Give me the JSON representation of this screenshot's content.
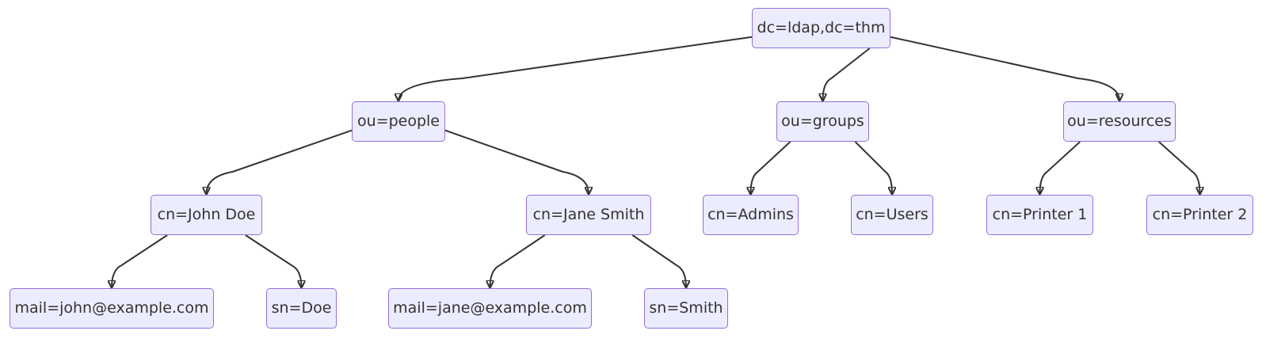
{
  "colors": {
    "node_fill": "#ececff",
    "node_border": "#9370db",
    "edge": "#333333",
    "text": "#333333",
    "background": "#ffffff"
  },
  "tree": {
    "root": "dc=ldap,dc=thm",
    "ou_people": "ou=people",
    "ou_groups": "ou=groups",
    "ou_resources": "ou=resources",
    "cn_john": "cn=John Doe",
    "cn_jane": "cn=Jane Smith",
    "cn_admins": "cn=Admins",
    "cn_users": "cn=Users",
    "cn_printer1": "cn=Printer 1",
    "cn_printer2": "cn=Printer 2",
    "mail_john": "mail=john@example.com",
    "sn_doe": "sn=Doe",
    "mail_jane": "mail=jane@example.com",
    "sn_smith": "sn=Smith"
  },
  "edges": [
    [
      "root",
      "ou_people"
    ],
    [
      "root",
      "ou_groups"
    ],
    [
      "root",
      "ou_resources"
    ],
    [
      "ou_people",
      "cn_john"
    ],
    [
      "ou_people",
      "cn_jane"
    ],
    [
      "ou_groups",
      "cn_admins"
    ],
    [
      "ou_groups",
      "cn_users"
    ],
    [
      "ou_resources",
      "cn_printer1"
    ],
    [
      "ou_resources",
      "cn_printer2"
    ],
    [
      "cn_john",
      "mail_john"
    ],
    [
      "cn_john",
      "sn_doe"
    ],
    [
      "cn_jane",
      "mail_jane"
    ],
    [
      "cn_jane",
      "sn_smith"
    ]
  ]
}
